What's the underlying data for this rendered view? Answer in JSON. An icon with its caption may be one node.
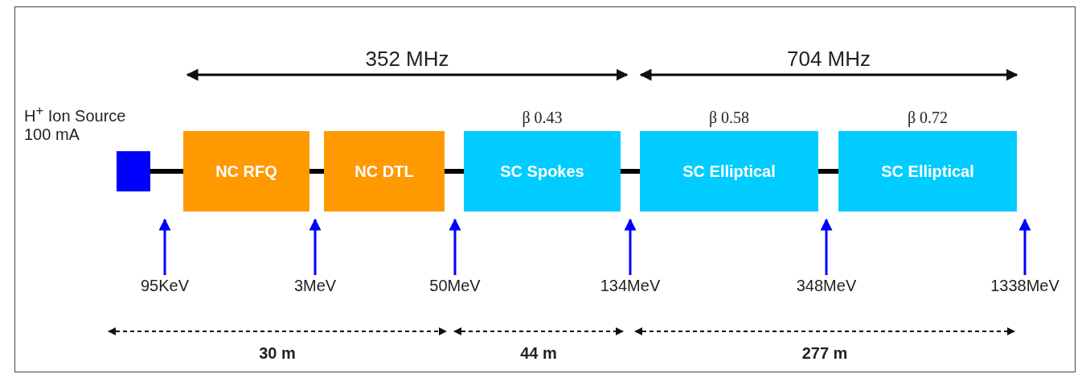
{
  "diagram": {
    "nodes": [
      {
        "text": [],
        "shape": "box",
        "beside": [
          "H$^{+}$ Ion Source 100 mA"
        ]
      },
      {
        "text": [
          "NC RFQ"
        ]
      },
      {
        "text": [
          "NC DTL"
        ]
      },
      {
        "text": [
          "SC Spokes"
        ],
        "beside": [
          "β 0.43"
        ]
      },
      {
        "text": [
          "SC Elliptical"
        ],
        "beside": [
          "β 0.58"
        ]
      },
      {
        "text": [
          "SC Elliptical"
        ],
        "beside": [
          "β 0.72"
        ]
      },
      {
        "text": [
          "95KeV"
        ]
      },
      {
        "text": [
          "3MeV"
        ]
      },
      {
        "text": [
          "50MeV"
        ]
      },
      {
        "text": [
          "134MeV"
        ]
      },
      {
        "text": [
          "348MeV"
        ]
      },
      {
        "text": [
          "1338MeV"
        ]
      }
    ],
    "edges": [
      {
        "from": 0,
        "to": 1,
        "arrow": "none",
        "style": "thick",
        "color": "#000000"
      },
      {
        "from": 1,
        "to": 2,
        "arrow": "none",
        "style": "thick",
        "color": "#000000"
      },
      {
        "from": 2,
        "to": 3,
        "arrow": "none",
        "style": "thick",
        "color": "#000000"
      },
      {
        "from": 3,
        "to": 4,
        "arrow": "none",
        "style": "thick",
        "color": "#000000"
      },
      {
        "from": 4,
        "to": 5,
        "arrow": "none",
        "style": "thick",
        "color": "#000000"
      },
      {
        "from": 6,
        "to": 1,
        "arrow": "to",
        "color": "#0000ff"
      },
      {
        "from": 7,
        "to": 2,
        "arrow": "to",
        "color": "#0000ff"
      },
      {
        "from": 8,
        "to": 2,
        "arrow": "to",
        "color": "#0000ff"
      },
      {
        "from": 9,
        "to": 3,
        "arrow": "to",
        "color": "#0000ff"
      },
      {
        "from": 10,
        "to": 4,
        "arrow": "to",
        "color": "#0000ff"
      },
      {
        "from": 11,
        "to": 5,
        "arrow": "to",
        "color": "#0000ff"
      }
    ],
    "labels": [
      "352 MHz",
      "704 MHz",
      "30 m",
      "44 m",
      "277 m"
    ]
  }
}
